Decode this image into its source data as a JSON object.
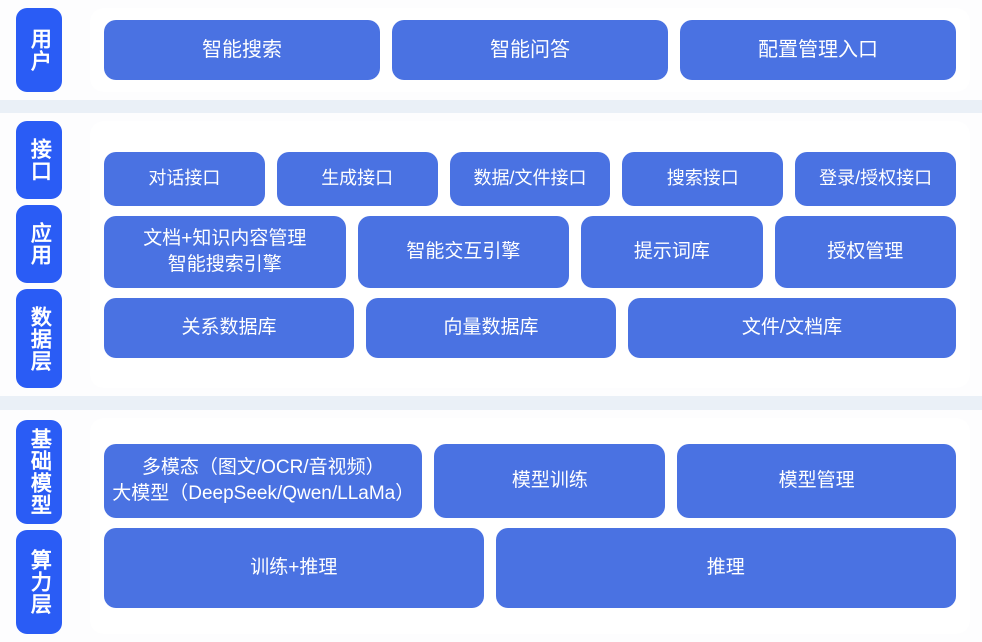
{
  "theme": {
    "page_background": "#eaf0f7",
    "panel_background": "#ffffff",
    "box_fill": "#4a72e2",
    "rail_pill_fill": "#2a5cf5",
    "box_text_color": "#ffffff"
  },
  "layers": {
    "user": {
      "label": "用户",
      "boxes": [
        {
          "label": "智能搜索"
        },
        {
          "label": "智能问答"
        },
        {
          "label": "配置管理入口"
        }
      ]
    },
    "api": {
      "label": "接口",
      "boxes": [
        {
          "label": "对话接口"
        },
        {
          "label": "生成接口"
        },
        {
          "label": "数据/文件接口"
        },
        {
          "label": "搜索接口"
        },
        {
          "label": "登录/授权接口"
        }
      ]
    },
    "application": {
      "label": "应用",
      "boxes": [
        {
          "label": "文档+知识内容管理\n智能搜索引擎"
        },
        {
          "label": "智能交互引擎"
        },
        {
          "label": "提示词库"
        },
        {
          "label": "授权管理"
        }
      ]
    },
    "data": {
      "label": "数据层",
      "boxes": [
        {
          "label": "关系数据库"
        },
        {
          "label": "向量数据库"
        },
        {
          "label": "文件/文档库"
        }
      ]
    },
    "foundation_model": {
      "label": "基础模型",
      "boxes": [
        {
          "label": "多模态（图文/OCR/音视频）\n大模型（DeepSeek/Qwen/LLaMa）"
        },
        {
          "label": "模型训练"
        },
        {
          "label": "模型管理"
        }
      ]
    },
    "compute": {
      "label": "算力层",
      "boxes": [
        {
          "label": "训练+推理"
        },
        {
          "label": "推理"
        }
      ]
    }
  }
}
